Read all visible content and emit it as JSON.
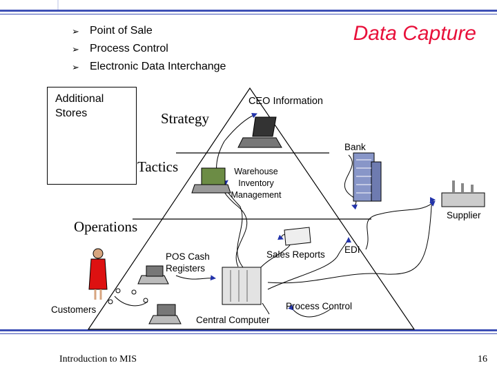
{
  "slide": {
    "title": "Data Capture",
    "bullets": [
      "Point of Sale",
      "Process Control",
      "Electronic Data Interchange"
    ],
    "bullet_icon": "arrowhead-bullet-icon",
    "levels": {
      "strategy": "Strategy",
      "tactics": "Tactics",
      "operations": "Operations"
    },
    "labels": {
      "additional_stores": "Additional Stores",
      "ceo_information": "CEO Information",
      "bank": "Bank",
      "warehouse": "Warehouse Inventory Management",
      "supplier": "Supplier",
      "sales_reports": "Sales Reports",
      "edi": "EDI",
      "pos": "POS Cash Registers",
      "customers": "Customers",
      "process_control": "Process Control",
      "central_computer": "Central Computer"
    },
    "footer": {
      "course": "Introduction to MIS",
      "page": "16"
    },
    "colors": {
      "title": "#e8103a",
      "accent_bar": "#3d4fb5",
      "arrow": "#2233aa"
    }
  }
}
